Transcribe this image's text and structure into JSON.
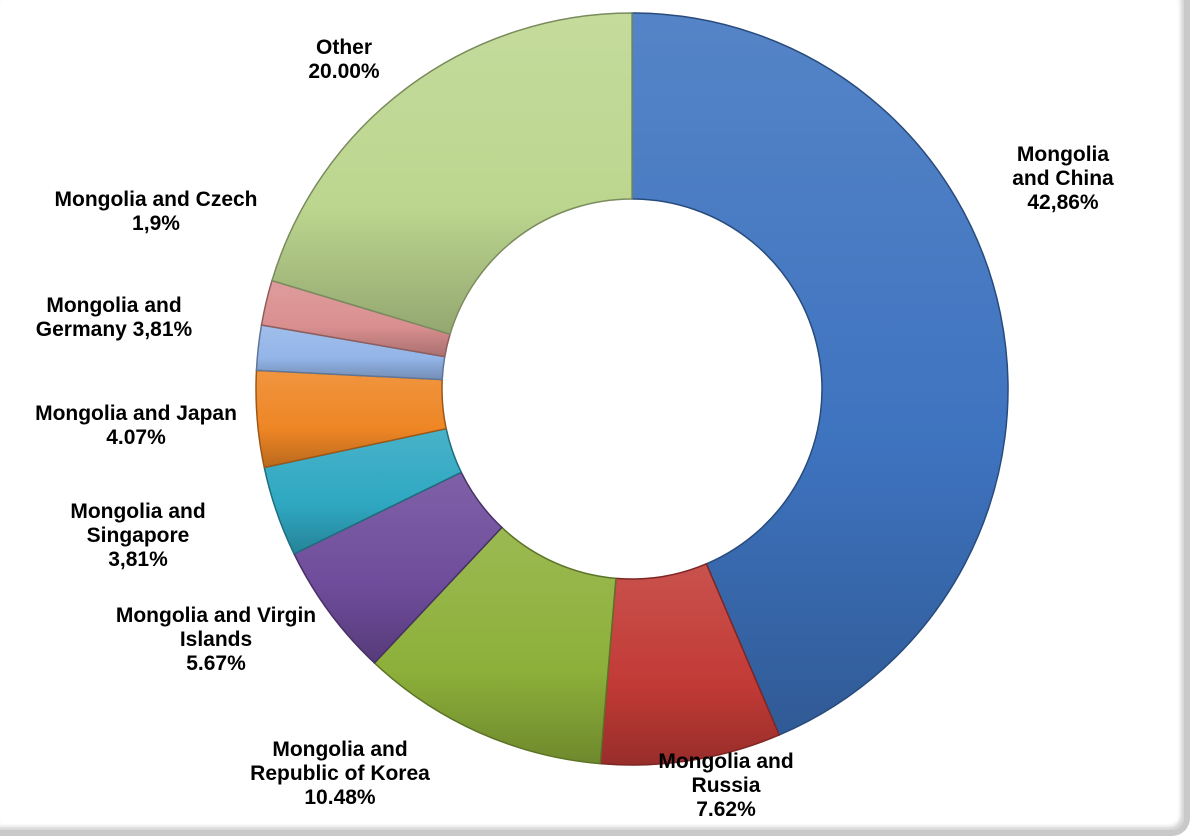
{
  "chart_data": {
    "type": "pie",
    "donut": true,
    "title": "",
    "legend": "none",
    "slices": [
      {
        "name": "Mongolia and China",
        "value": 42.86,
        "display": "Mongolia and China\n42,86%",
        "color": "#3e73bf"
      },
      {
        "name": "Mongolia and Russia",
        "value": 7.62,
        "display": "Mongolia and\nRussia\n7.62%",
        "color": "#c23a36"
      },
      {
        "name": "Mongolia and Republic of Korea",
        "value": 10.48,
        "display": "Mongolia and\nRepublic of Korea\n10.48%",
        "color": "#8db03a"
      },
      {
        "name": "Mongolia and Virgin Islands",
        "value": 5.67,
        "display": "Mongolia and Virgin\nIslands\n5.67%",
        "color": "#6e4c9b"
      },
      {
        "name": "Mongolia and Singapore",
        "value": 3.81,
        "display": "Mongolia and\nSingapore\n3,81%",
        "color": "#2fa8c2"
      },
      {
        "name": "Mongolia and Japan",
        "value": 4.07,
        "display": "Mongolia and Japan\n4.07%",
        "color": "#ee8625"
      },
      {
        "name": "Mongolia and Germany",
        "value": 1.9,
        "display": "Mongolia and\nGermany 3,81%",
        "color": "#93b5e8"
      },
      {
        "name": "Mongolia and Czech",
        "value": 1.9,
        "display": "Mongolia and Czech\n1,9%",
        "color": "#da8f8f"
      },
      {
        "name": "Other",
        "value": 20.0,
        "display": "Other\n20.00%",
        "color": "#bcd68f"
      }
    ]
  }
}
